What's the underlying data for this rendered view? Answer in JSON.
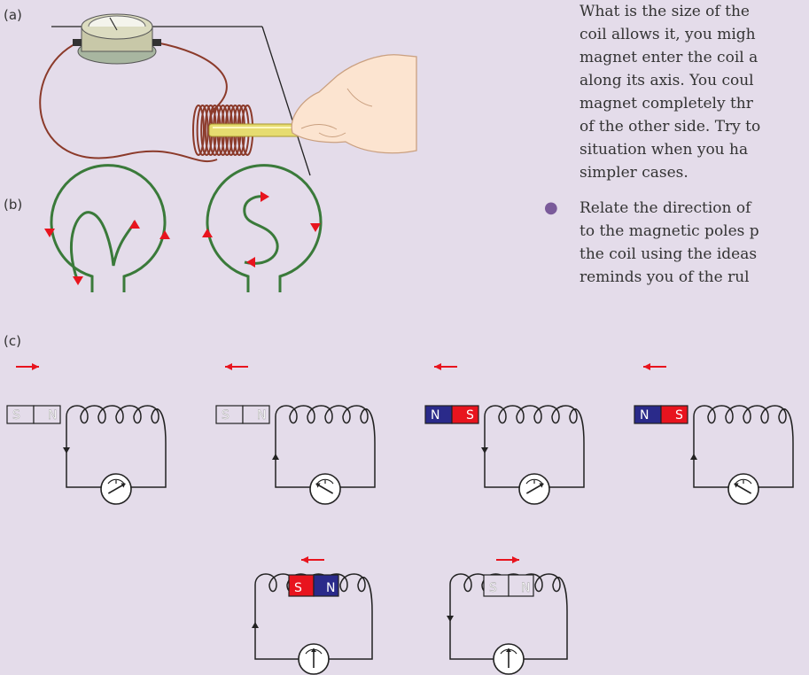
{
  "labels": {
    "a": "(a)",
    "b": "(b)",
    "c": "(c)"
  },
  "text": {
    "para1": [
      "What is the size of the",
      "coil allows it, you migh",
      "magnet enter the coil a",
      "along its axis. You coul",
      "magnet completely thr",
      "of the other side. Try to",
      "situation when you ha",
      "simpler cases."
    ],
    "para2": [
      "Relate the direction of",
      "to the magnetic poles p",
      "the coil using the ideas",
      "reminds you of the rul"
    ]
  },
  "poles": {
    "south": "S",
    "north": "N"
  },
  "colors": {
    "background": "#e4dcea",
    "wire": "#222222",
    "arrow": "#e8141e",
    "coil_green": "#3a7a3a",
    "coil_copper": "#8b3a2a",
    "pole_red": "#e8141e",
    "pole_blue": "#2a2a8a",
    "magnet_gold": "#e6dc70"
  }
}
